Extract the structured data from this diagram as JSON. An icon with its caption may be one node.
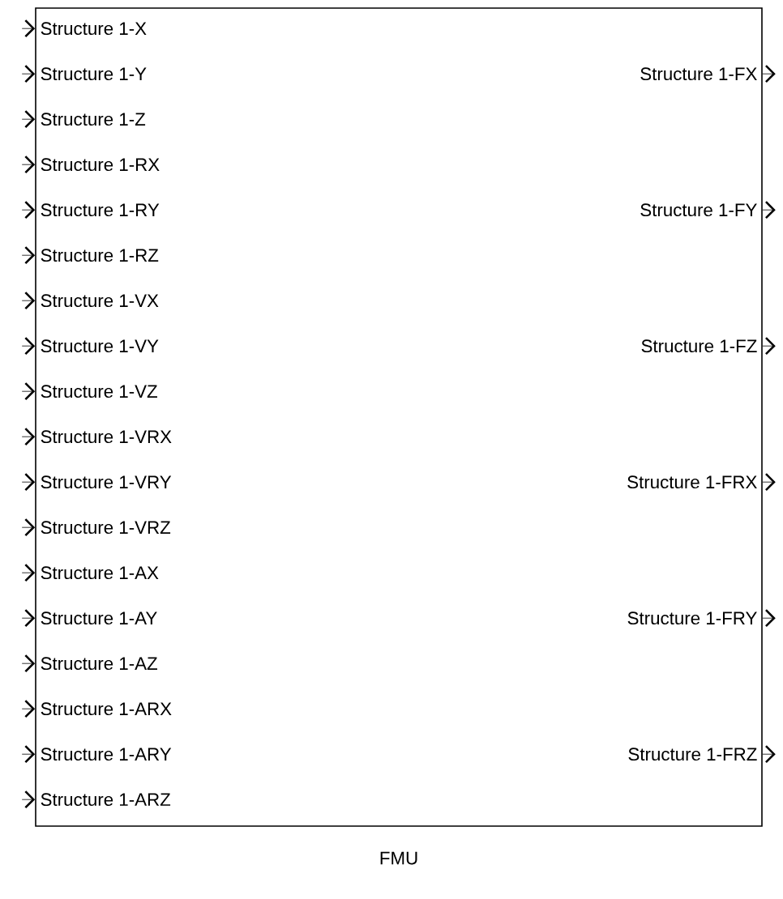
{
  "diagram": {
    "nodes": [
      {
        "text": [],
        "shape": "box",
        "beside": [
          "FMU"
        ]
      },
      {
        "text": [
          "Structure 1-X"
        ],
        "in": 0
      },
      {
        "text": [
          "Structure 1-Y"
        ],
        "in": 0
      },
      {
        "text": [
          "Structure 1-Z"
        ],
        "in": 0
      },
      {
        "text": [
          "Structure 1-RX"
        ],
        "in": 0
      },
      {
        "text": [
          "Structure 1-RY"
        ],
        "in": 0
      },
      {
        "text": [
          "Structure 1-RZ"
        ],
        "in": 0
      },
      {
        "text": [
          "Structure 1-VX"
        ],
        "in": 0
      },
      {
        "text": [
          "Structure 1-VY"
        ],
        "in": 0
      },
      {
        "text": [
          "Structure 1-VZ"
        ],
        "in": 0
      },
      {
        "text": [
          "Structure 1-VRX"
        ],
        "in": 0
      },
      {
        "text": [
          "Structure 1-VRY"
        ],
        "in": 0
      },
      {
        "text": [
          "Structure 1-VRZ"
        ],
        "in": 0
      },
      {
        "text": [
          "Structure 1-AX"
        ],
        "in": 0
      },
      {
        "text": [
          "Structure 1-AY"
        ],
        "in": 0
      },
      {
        "text": [
          "Structure 1-AZ"
        ],
        "in": 0
      },
      {
        "text": [
          "Structure 1-ARX"
        ],
        "in": 0
      },
      {
        "text": [
          "Structure 1-ARY"
        ],
        "in": 0
      },
      {
        "text": [
          "Structure 1-ARZ"
        ],
        "in": 0
      },
      {
        "text": [
          "Structure 1-FX"
        ],
        "in": 0
      },
      {
        "text": [
          "Structure 1-FY"
        ],
        "in": 0
      },
      {
        "text": [
          "Structure 1-FZ"
        ],
        "in": 0
      },
      {
        "text": [
          "Structure 1-FRX"
        ],
        "in": 0
      },
      {
        "text": [
          "Structure 1-FRY"
        ],
        "in": 0
      },
      {
        "text": [
          "Structure 1-FRZ"
        ],
        "in": 0
      }
    ],
    "edges": [
      {
        "from": null,
        "to": 1,
        "arrow": "to"
      },
      {
        "from": null,
        "to": 2,
        "arrow": "to"
      },
      {
        "from": null,
        "to": 3,
        "arrow": "to"
      },
      {
        "from": null,
        "to": 4,
        "arrow": "to"
      },
      {
        "from": null,
        "to": 5,
        "arrow": "to"
      },
      {
        "from": null,
        "to": 6,
        "arrow": "to"
      },
      {
        "from": null,
        "to": 7,
        "arrow": "to"
      },
      {
        "from": null,
        "to": 8,
        "arrow": "to"
      },
      {
        "from": null,
        "to": 9,
        "arrow": "to"
      },
      {
        "from": null,
        "to": 10,
        "arrow": "to"
      },
      {
        "from": null,
        "to": 11,
        "arrow": "to"
      },
      {
        "from": null,
        "to": 12,
        "arrow": "to"
      },
      {
        "from": null,
        "to": 13,
        "arrow": "to"
      },
      {
        "from": null,
        "to": 14,
        "arrow": "to"
      },
      {
        "from": null,
        "to": 15,
        "arrow": "to"
      },
      {
        "from": null,
        "to": 16,
        "arrow": "to"
      },
      {
        "from": null,
        "to": 17,
        "arrow": "to"
      },
      {
        "from": null,
        "to": 18,
        "arrow": "to"
      },
      {
        "from": 19,
        "to": null,
        "arrow": "to"
      },
      {
        "from": 20,
        "to": null,
        "arrow": "to"
      },
      {
        "from": 21,
        "to": null,
        "arrow": "to"
      },
      {
        "from": 22,
        "to": null,
        "arrow": "to"
      },
      {
        "from": 23,
        "to": null,
        "arrow": "to"
      },
      {
        "from": 24,
        "to": null,
        "arrow": "to"
      }
    ]
  }
}
